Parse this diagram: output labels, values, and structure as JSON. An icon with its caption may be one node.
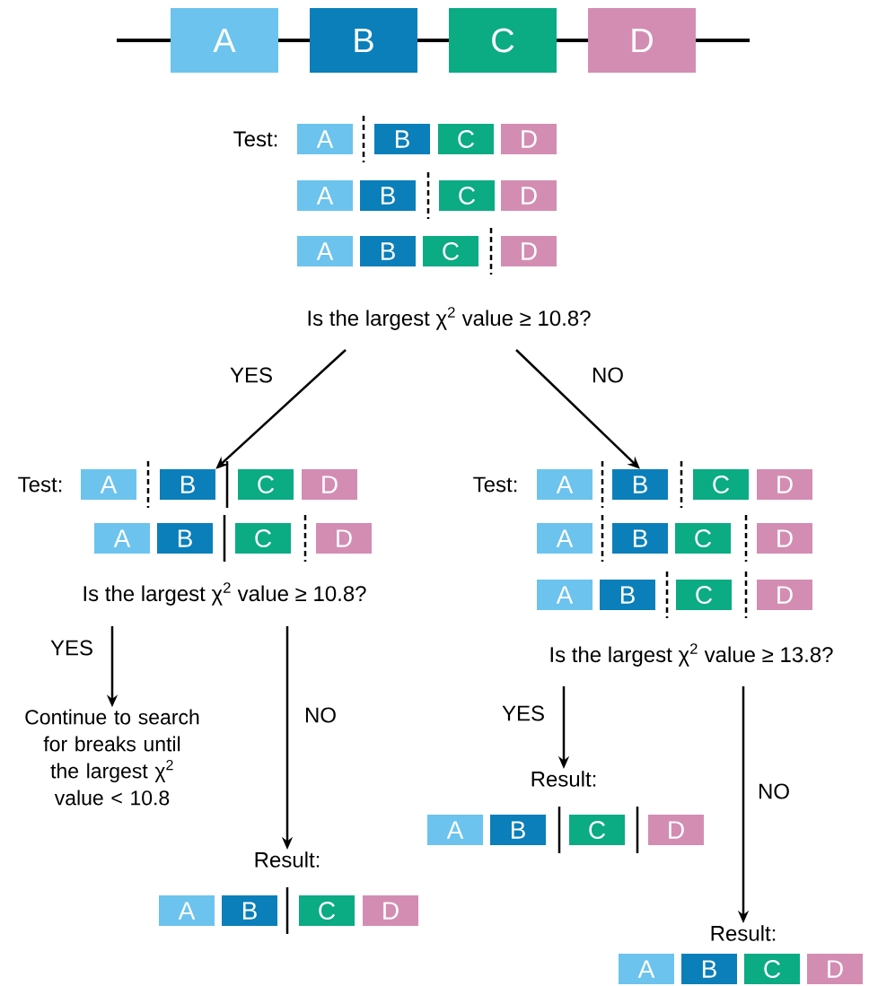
{
  "diagram": {
    "nodes": [
      {
        "text": [
          "A"
        ]
      },
      {
        "text": [
          "B"
        ]
      },
      {
        "text": [
          "C"
        ]
      },
      {
        "text": [
          "D"
        ]
      },
      {
        "text": [
          "A"
        ]
      },
      {
        "text": [
          "B"
        ]
      },
      {
        "text": [
          "C"
        ]
      },
      {
        "text": [
          "D"
        ]
      },
      {
        "text": [
          "A"
        ]
      },
      {
        "text": [
          "B"
        ]
      },
      {
        "text": [
          "C"
        ]
      },
      {
        "text": [
          "D"
        ]
      },
      {
        "text": [
          "A"
        ]
      },
      {
        "text": [
          "B"
        ]
      },
      {
        "text": [
          "C"
        ]
      },
      {
        "text": [
          "D"
        ]
      },
      {
        "text": [
          "Is the largest χ$^{2}$ value ≥ 10.8?"
        ]
      },
      {
        "text": [
          "A"
        ]
      },
      {
        "text": [
          "B"
        ]
      },
      {
        "text": [
          "C"
        ]
      },
      {
        "text": [
          "D"
        ]
      },
      {
        "text": [
          "A"
        ]
      },
      {
        "text": [
          "B"
        ]
      },
      {
        "text": [
          "C"
        ]
      },
      {
        "text": [
          "D"
        ]
      },
      {
        "text": [
          "A"
        ]
      },
      {
        "text": [
          "B"
        ]
      },
      {
        "text": [
          "C"
        ]
      },
      {
        "text": [
          "D"
        ]
      },
      {
        "text": [
          "A"
        ]
      },
      {
        "text": [
          "B"
        ]
      },
      {
        "text": [
          "C"
        ]
      },
      {
        "text": [
          "D"
        ]
      },
      {
        "text": [
          "Is the largest χ$^{2}$ value ≥ 10.8?"
        ]
      },
      {
        "text": [
          "A"
        ]
      },
      {
        "text": [
          "B"
        ]
      },
      {
        "text": [
          "C"
        ]
      },
      {
        "text": [
          "D"
        ]
      },
      {
        "text": [
          "Is the largest χ$^{2}$ value ≥ 13.8?"
        ]
      },
      {
        "text": [
          "Continue to search for breaks until the largest χ$^{2}$ value < 10.8"
        ]
      },
      {
        "text": [
          "Result:"
        ]
      },
      {
        "text": [
          "A"
        ]
      },
      {
        "text": [
          "B"
        ]
      },
      {
        "text": [
          "C"
        ]
      },
      {
        "text": [
          "D"
        ]
      },
      {
        "text": [
          "Result:"
        ]
      },
      {
        "text": [
          "A"
        ]
      },
      {
        "text": [
          "B"
        ]
      },
      {
        "text": [
          "C"
        ]
      },
      {
        "text": [
          "D"
        ]
      },
      {
        "text": [
          "Result:"
        ]
      },
      {
        "text": [
          "A"
        ]
      },
      {
        "text": [
          "B"
        ]
      },
      {
        "text": [
          "C"
        ]
      },
      {
        "text": [
          "D"
        ]
      }
    ],
    "edges": [
      {
        "from": 16,
        "to": 18,
        "arrow": "to",
        "label": "YES"
      },
      {
        "from": 16,
        "to": 22,
        "arrow": "to",
        "label": "NO"
      },
      {
        "from": 33,
        "to": 39,
        "arrow": "to",
        "label": "YES"
      },
      {
        "from": 33,
        "to": 45,
        "arrow": "to",
        "label": "NO"
      },
      {
        "from": 38,
        "to": 40,
        "arrow": "to",
        "label": "YES"
      },
      {
        "from": 38,
        "to": 50,
        "arrow": "to",
        "label": "NO"
      }
    ],
    "labels": [
      "Test:",
      "Test:",
      "Test:"
    ]
  }
}
